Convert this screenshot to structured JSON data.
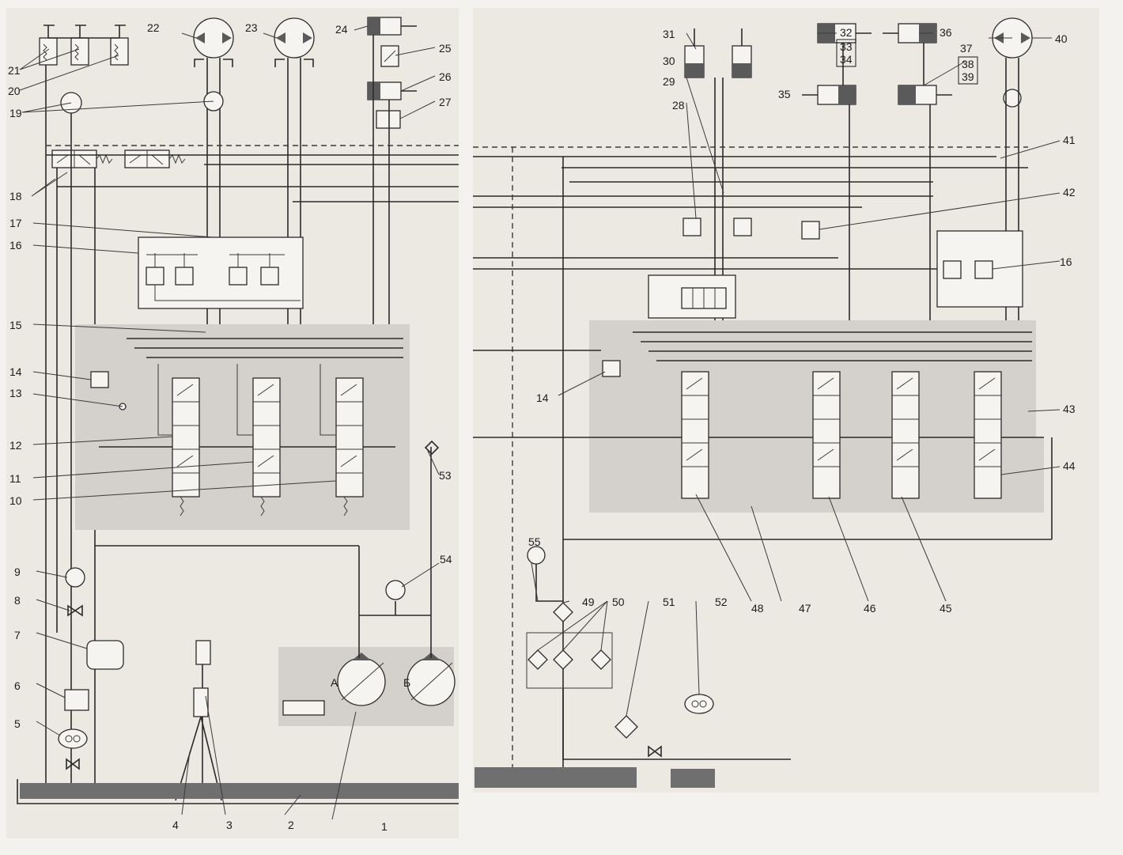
{
  "labels": {
    "l1": "1",
    "l2": "2",
    "l3": "3",
    "l4": "4",
    "l5": "5",
    "l6": "6",
    "l7": "7",
    "l8": "8",
    "l9": "9",
    "l10": "10",
    "l11": "11",
    "l12": "12",
    "l13": "13",
    "l14a": "14",
    "l14b": "14",
    "l15": "15",
    "l16a": "16",
    "l16b": "16",
    "l17": "17",
    "l18": "18",
    "l19": "19",
    "l20": "20",
    "l21": "21",
    "l22": "22",
    "l23": "23",
    "l24": "24",
    "l25": "25",
    "l26": "26",
    "l27": "27",
    "l28": "28",
    "l29": "29",
    "l30": "30",
    "l31": "31",
    "l32": "32",
    "l33": "33",
    "l34": "34",
    "l35": "35",
    "l36": "36",
    "l37": "37",
    "l38": "38",
    "l39": "39",
    "l40": "40",
    "l41": "41",
    "l42": "42",
    "l43": "43",
    "l44": "44",
    "l45": "45",
    "l46": "46",
    "l47": "47",
    "l48": "48",
    "l49": "49",
    "l50": "50",
    "l51": "51",
    "l52": "52",
    "l53": "53",
    "l54": "54",
    "l55": "55",
    "pumpA": "А",
    "pumpB": "Б"
  }
}
